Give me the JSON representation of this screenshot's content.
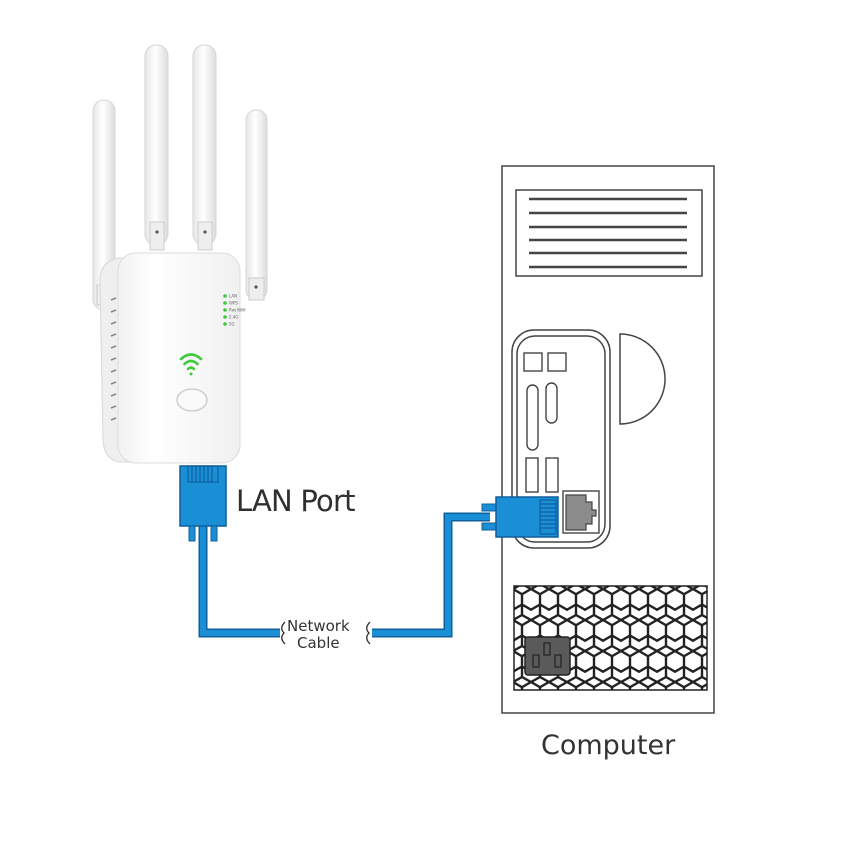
{
  "diagram": {
    "title": "Repeater LAN port to computer wired connection",
    "labels": {
      "lan_port": "LAN Port",
      "network_cable_line1": "Network",
      "network_cable_line2": "Cable",
      "computer": "Computer"
    },
    "repeater": {
      "antenna_count": 4,
      "led_indicators": [
        "LAN",
        "WPS",
        "Rwr/Wifi",
        "2.4G",
        "5G"
      ],
      "icons": [
        "wifi-icon",
        "wps-button"
      ]
    },
    "colors": {
      "cable_blue": "#1a8fd6",
      "cable_outline": "#0f5f9c",
      "led_green": "#3ec93e",
      "outline": "#333333",
      "port_gray": "#8c8c8c",
      "power_socket": "#5a5a5a"
    }
  }
}
